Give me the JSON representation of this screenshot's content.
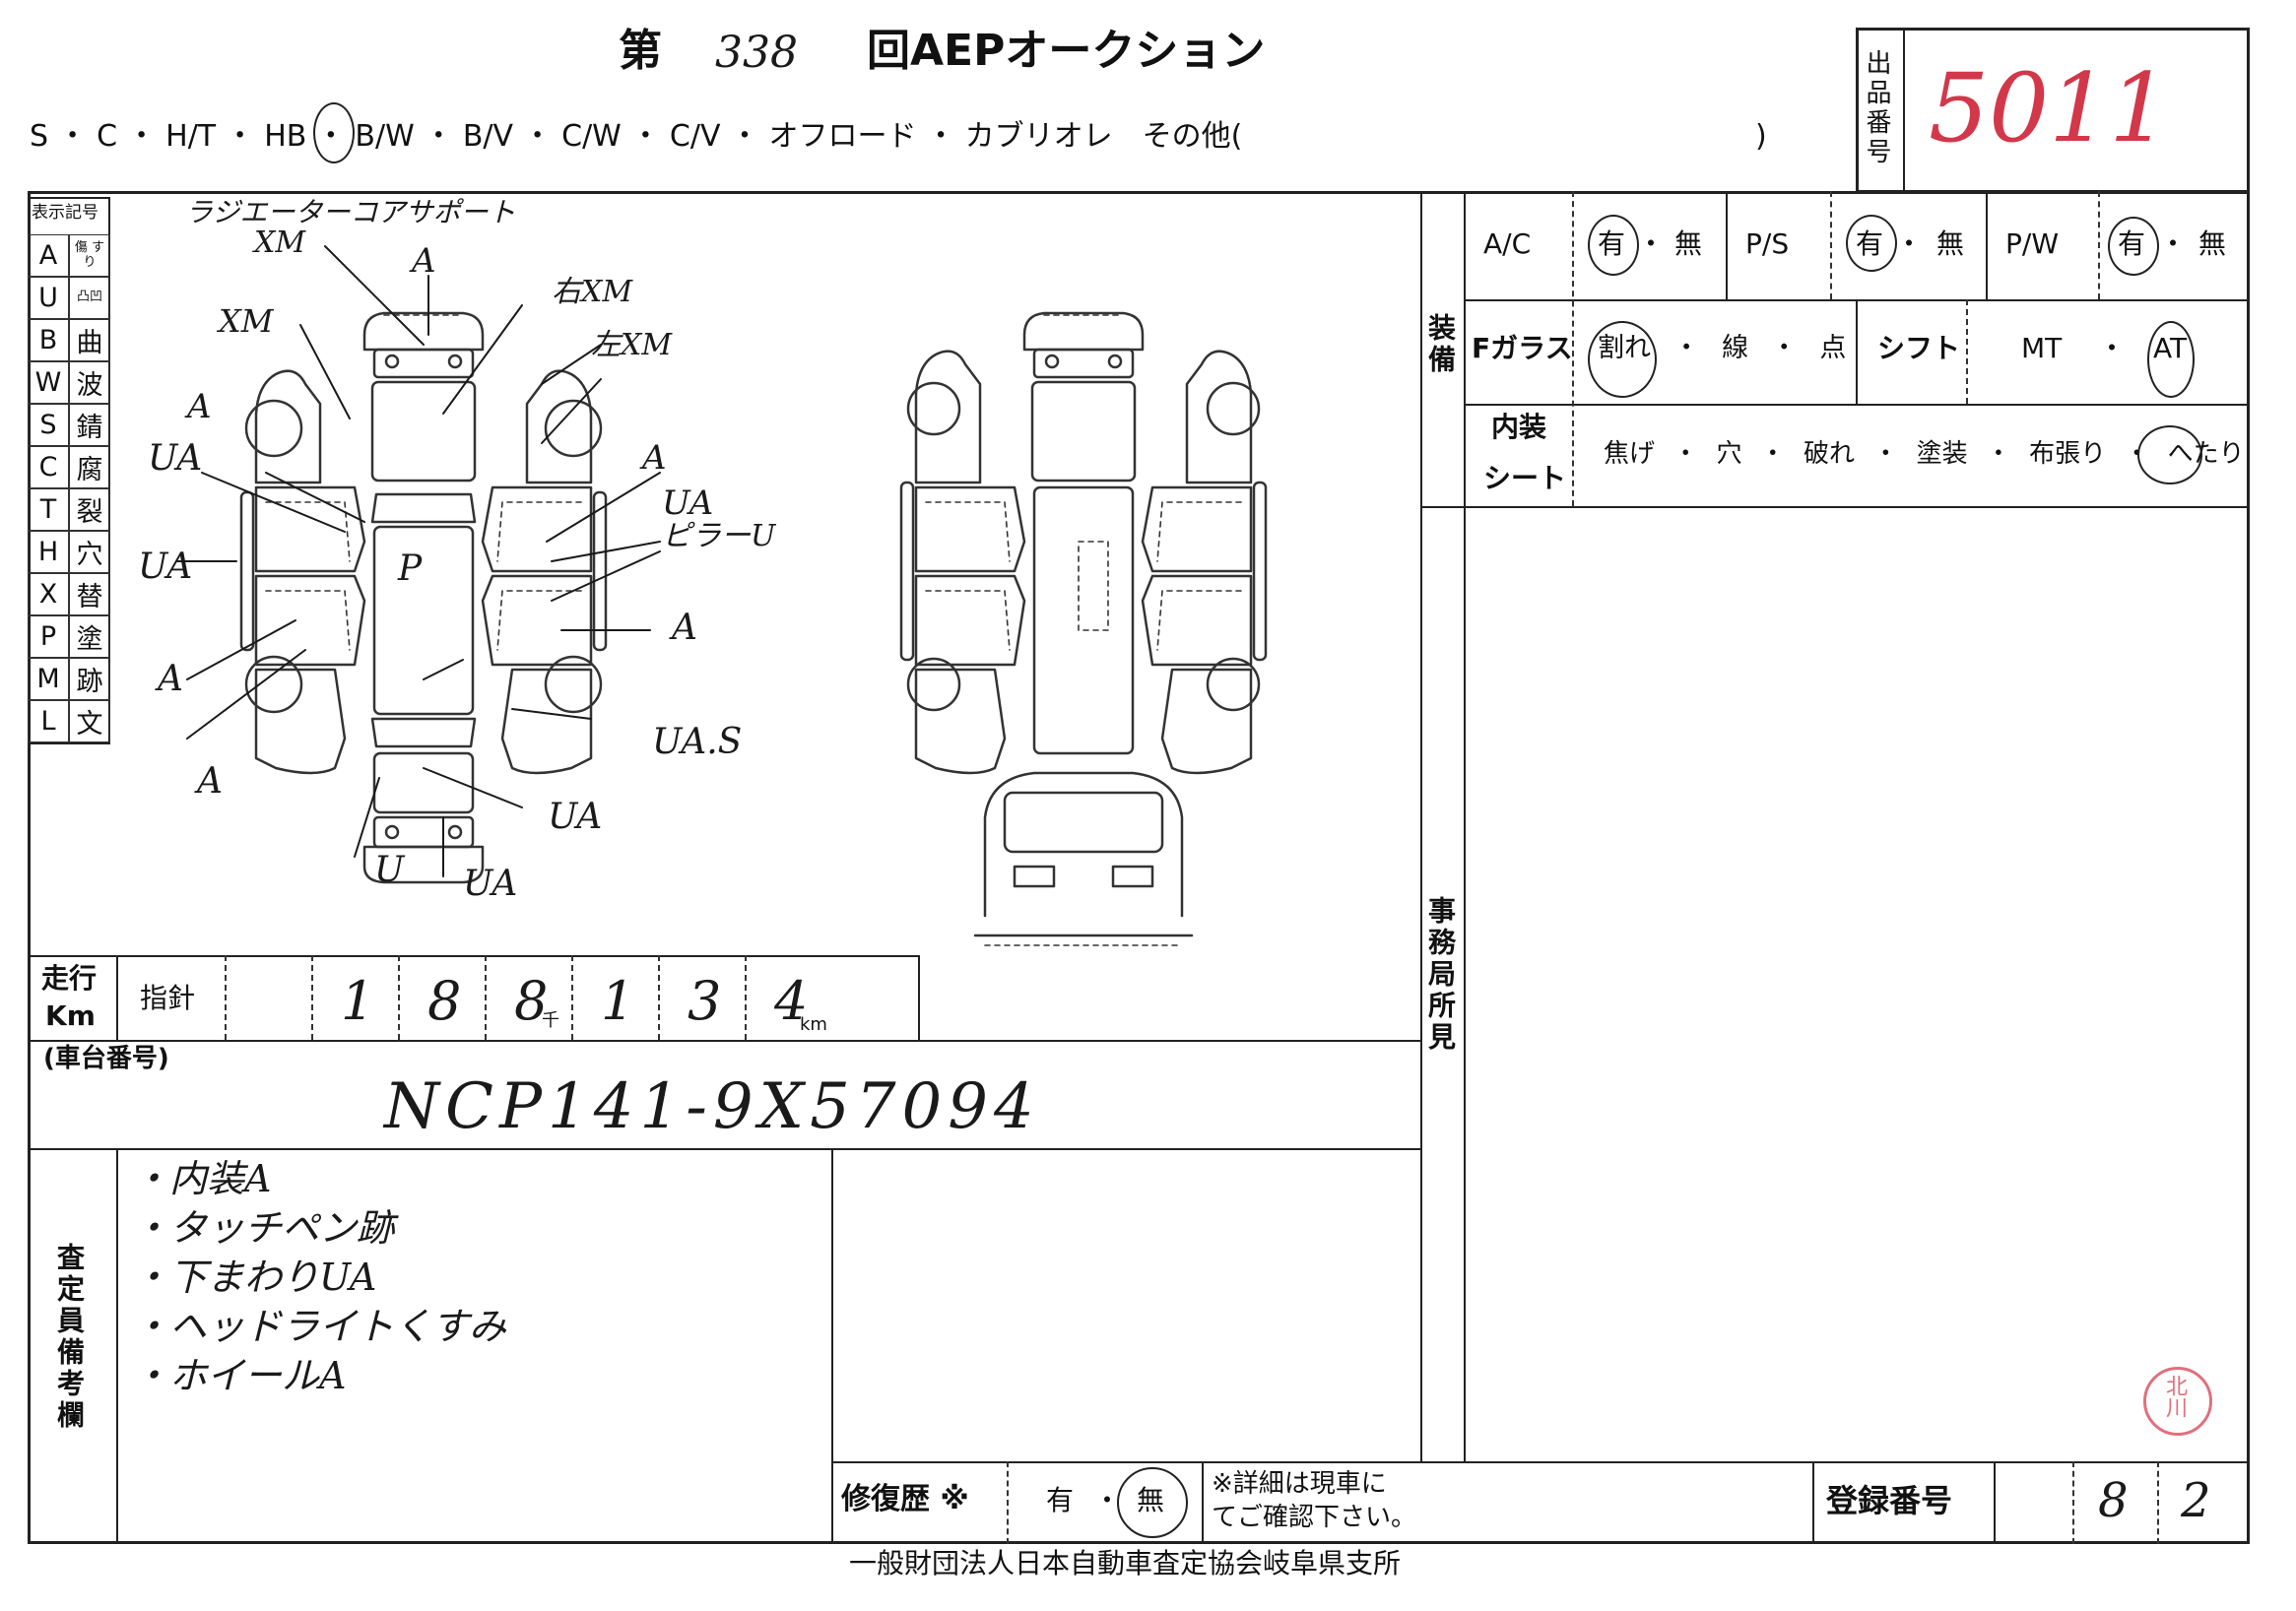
{
  "header": {
    "title_prefix": "第",
    "session_number": "338",
    "title_suffix": "回AEPオークション",
    "lot_label": "出品番号",
    "lot_number": "5011",
    "body_types": "S ・ C ・ H/T ・ HB ・ B/W ・ B/V ・ C/W ・ C/V ・ オフロード ・ カブリオレ　その他(",
    "body_types_close": ")"
  },
  "legend": {
    "title": "表示記号",
    "rows": [
      {
        "code": "A",
        "label": "傷 すり"
      },
      {
        "code": "U",
        "label": "凸凹"
      },
      {
        "code": "B",
        "label": "曲"
      },
      {
        "code": "W",
        "label": "波"
      },
      {
        "code": "S",
        "label": "錆"
      },
      {
        "code": "C",
        "label": "腐"
      },
      {
        "code": "T",
        "label": "裂"
      },
      {
        "code": "H",
        "label": "穴"
      },
      {
        "code": "X",
        "label": "替"
      },
      {
        "code": "P",
        "label": "塗"
      },
      {
        "code": "M",
        "label": "跡"
      },
      {
        "code": "L",
        "label": "文"
      }
    ]
  },
  "diagram_notes": {
    "n1": "ラジエーターコアサポート",
    "n2": "XM",
    "n3": "A",
    "n4": "右XM",
    "n5": "左XM",
    "n6": "XM",
    "n7": "A",
    "n8": "UA",
    "n9": "A",
    "n10": "UA",
    "n11": "ピラーU",
    "n12": "UA",
    "n13": "P",
    "n14": "A",
    "n15": "A",
    "n16": "UA.S",
    "n17": "A",
    "n18": "UA",
    "n19": "U",
    "n20": "UA"
  },
  "equipment": {
    "section_label": "装備",
    "ac_label": "A/C",
    "ps_label": "P/S",
    "pw_label": "P/W",
    "has": "有",
    "dot": "・",
    "none": "無",
    "glass_label": "Fガラス",
    "glass_options": "割れ ・ 線 ・ 点",
    "shift_label": "シフト",
    "shift_mt": "MT",
    "shift_at": "AT",
    "interior_label": "内装",
    "seat_label": "シート",
    "interior_options": "焦げ ・ 穴 ・ 破れ ・ 塗装 ・ 布張り ・ へたり"
  },
  "office": {
    "label": "事務局所見",
    "stamp": "北川"
  },
  "mileage": {
    "label_top": "走行",
    "label_bottom": "Km",
    "gauge_label": "指針",
    "digits": [
      "",
      "1",
      "8",
      "8",
      "1",
      "3",
      "4"
    ],
    "thousand_unit": "千",
    "km_unit": "km"
  },
  "chassis": {
    "label": "(車台番号)",
    "value": "NCP141-9X57094"
  },
  "inspector": {
    "label": "査定員備考欄",
    "notes": [
      "・内装A",
      "・タッチペン跡",
      "・下まわりUA",
      "・ヘッドライトくすみ",
      "・ホイールA"
    ]
  },
  "repair": {
    "label": "修復歴 ※",
    "has": "有",
    "dot": "・",
    "none": "無",
    "note_line1": "※詳細は現車に",
    "note_line2": "てご確認下さい。"
  },
  "registration": {
    "label": "登録番号",
    "digits": [
      "",
      "8",
      "2"
    ]
  },
  "footer": {
    "org": "一般財団法人日本自動車査定協会岐阜県支所"
  },
  "colors": {
    "lot_number": "#d2384a",
    "stamp": "#e0707c",
    "ink": "#222222"
  }
}
